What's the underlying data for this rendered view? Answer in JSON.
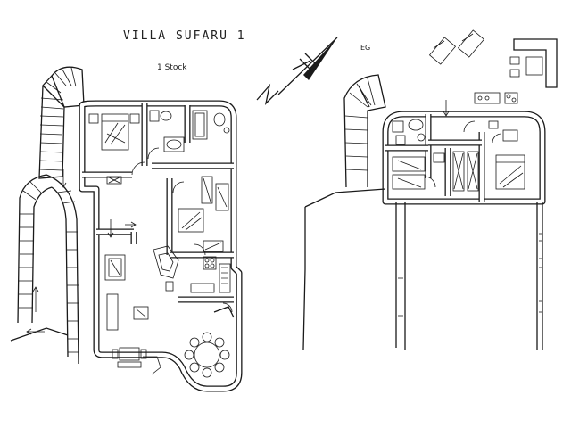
{
  "drawing": {
    "title": "VILLA SUFARU 1",
    "upper_floor_label": "1 Stock",
    "ground_floor_label": "EG"
  }
}
